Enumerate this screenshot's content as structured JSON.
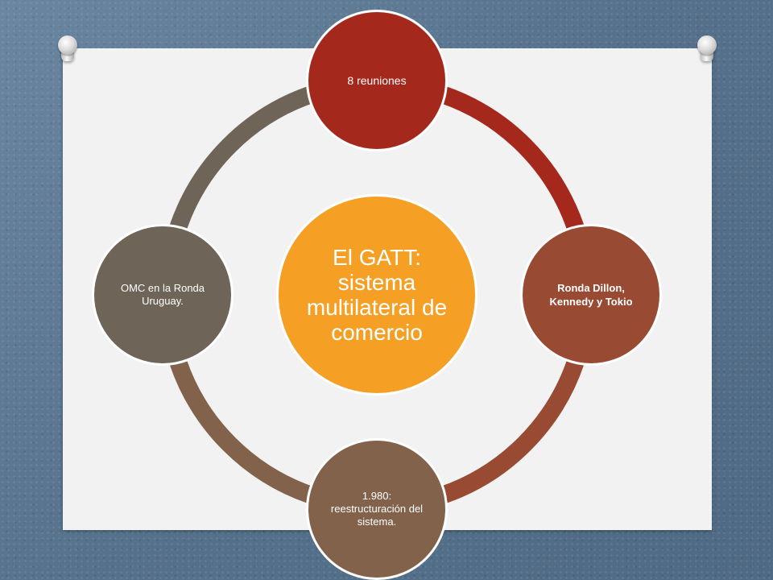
{
  "diagram": {
    "center": {
      "label": "El GATT: sistema multilateral de comercio",
      "color": "#f5a025"
    },
    "nodes": [
      {
        "label": "8 reuniones",
        "color": "#a5281d"
      },
      {
        "label": "Ronda Dillon, Kennedy y Tokio",
        "color": "#984a32"
      },
      {
        "label": "1.980: reestructuración del sistema.",
        "color": "#82624a"
      },
      {
        "label": "OMC en la Ronda Uruguay.",
        "color": "#6e6458"
      }
    ],
    "ring_segments": [
      {
        "from": "8 reuniones",
        "to": "Ronda Dillon, Kennedy y Tokio",
        "color": "#a5281d"
      },
      {
        "from": "Ronda Dillon, Kennedy y Tokio",
        "to": "1.980: reestructuración del sistema.",
        "color": "#984a32"
      },
      {
        "from": "1.980: reestructuración del sistema.",
        "to": "OMC en la Ronda Uruguay.",
        "color": "#82624a"
      },
      {
        "from": "OMC en la Ronda Uruguay.",
        "to": "8 reuniones",
        "color": "#6e6458"
      }
    ]
  },
  "decor": {
    "pins": [
      "pushpin-icon",
      "pushpin-icon"
    ],
    "background": "#5f7a93",
    "board": "#f2f2f2"
  }
}
